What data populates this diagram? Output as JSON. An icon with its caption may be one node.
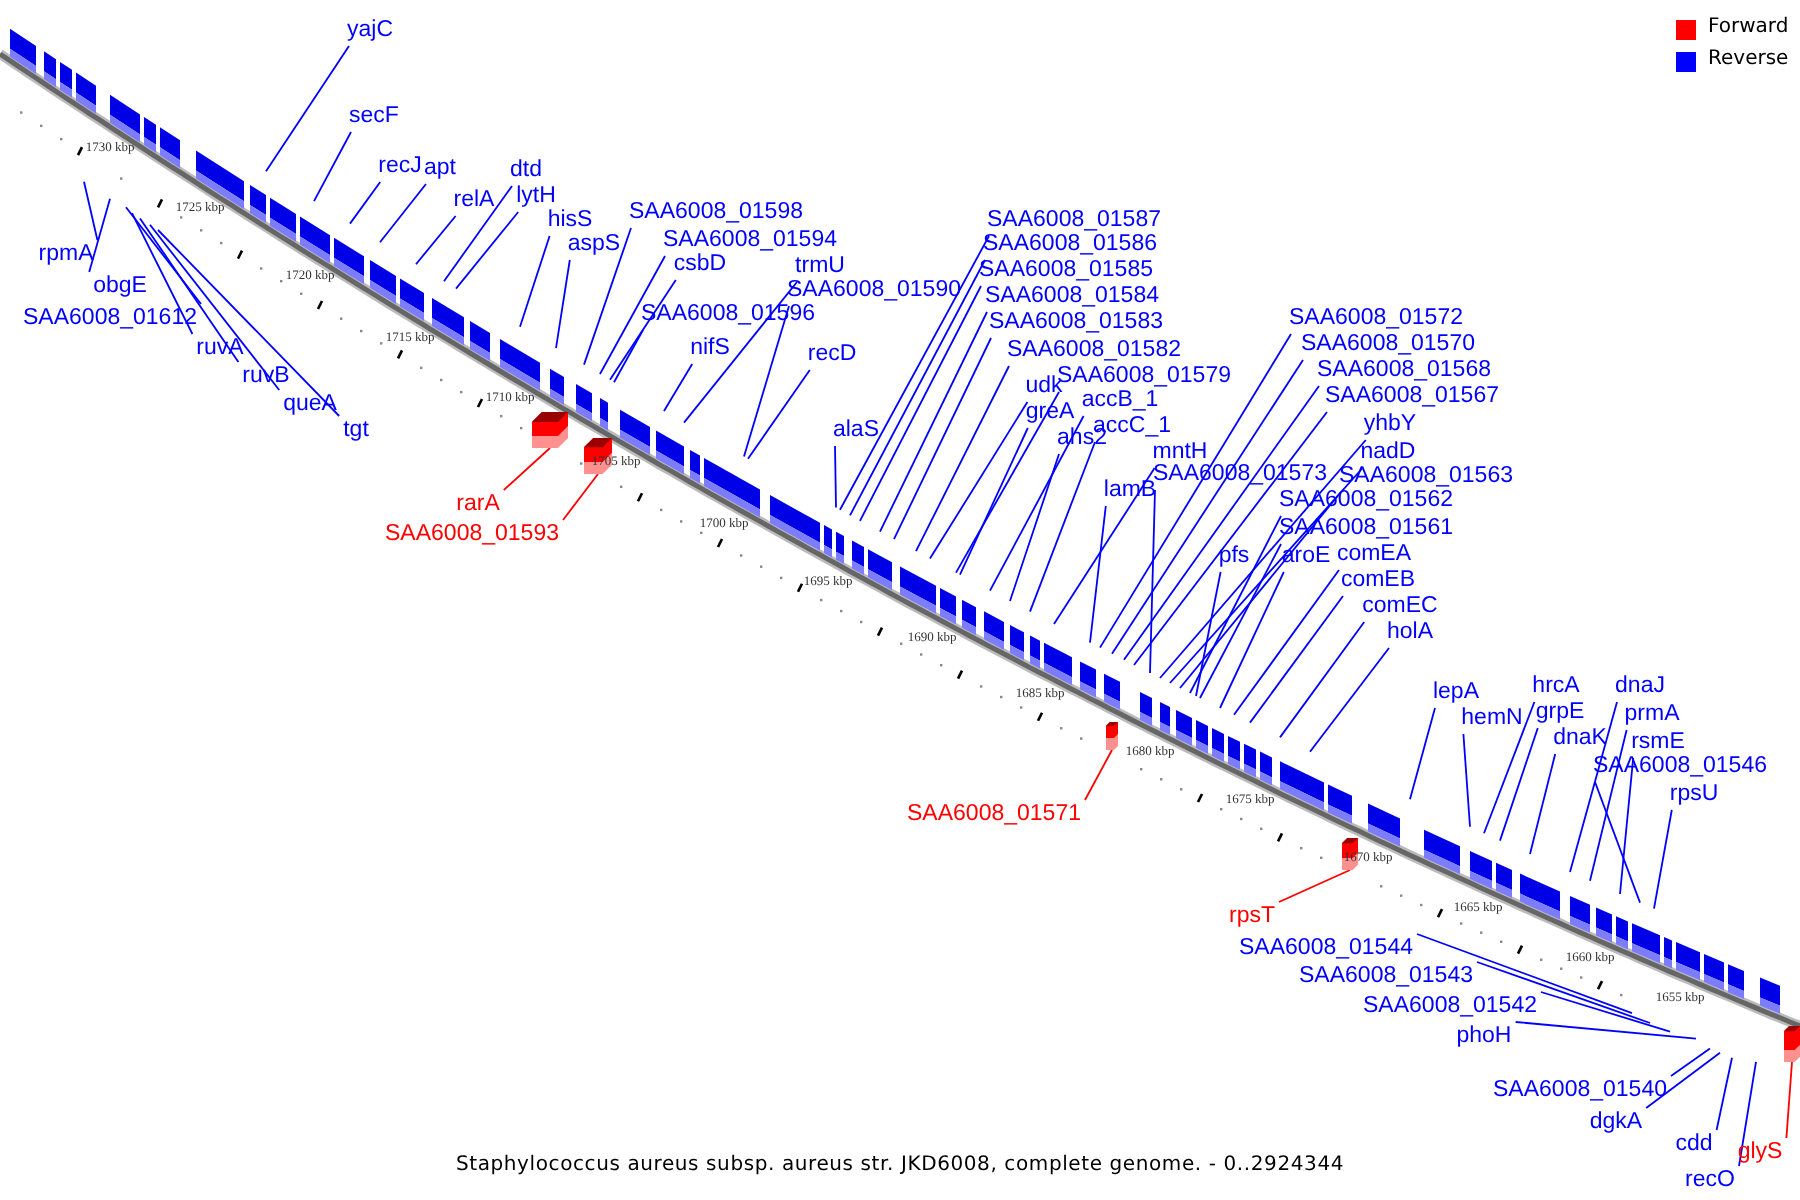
{
  "diagram": {
    "caption": "Staphylococcus aureus subsp. aureus str. JKD6008, complete genome. - 0..2924344",
    "nodes": [
      {
        "text": [
          "rpmA"
        ]
      },
      {
        "text": [
          "obgE"
        ]
      },
      {
        "text": [
          "SAA6008_01612"
        ]
      },
      {
        "text": [
          "ruvA"
        ]
      },
      {
        "text": [
          "ruvB"
        ]
      },
      {
        "text": [
          "queA"
        ]
      },
      {
        "text": [
          "tgt"
        ]
      },
      {
        "text": [
          "yajC"
        ]
      },
      {
        "text": [
          "secF"
        ]
      },
      {
        "text": [
          "recJ"
        ]
      },
      {
        "text": [
          "apt"
        ]
      },
      {
        "text": [
          "relA"
        ]
      },
      {
        "text": [
          "dtd"
        ]
      },
      {
        "text": [
          "lytH"
        ]
      },
      {
        "text": [
          "hisS"
        ]
      },
      {
        "text": [
          "aspS"
        ]
      },
      {
        "text": [
          "rarA"
        ]
      },
      {
        "text": [
          "SAA6008_01593"
        ]
      },
      {
        "text": [
          "SAA6008_01598"
        ]
      },
      {
        "text": [
          "SAA6008_01594"
        ]
      },
      {
        "text": [
          "csbD"
        ]
      },
      {
        "text": [
          "trmU"
        ]
      },
      {
        "text": [
          "SAA6008_01596"
        ]
      },
      {
        "text": [
          "nifS"
        ]
      },
      {
        "text": [
          "SAA6008_01590"
        ]
      },
      {
        "text": [
          "recD"
        ]
      },
      {
        "text": [
          "alaS"
        ]
      },
      {
        "text": [
          "SAA6008_01587"
        ]
      },
      {
        "text": [
          "SAA6008_01586"
        ]
      },
      {
        "text": [
          "SAA6008_01585"
        ]
      },
      {
        "text": [
          "SAA6008_01584"
        ]
      },
      {
        "text": [
          "SAA6008_01583"
        ]
      },
      {
        "text": [
          "SAA6008_01582"
        ]
      },
      {
        "text": [
          "udk"
        ]
      },
      {
        "text": [
          "SAA6008_01579"
        ]
      },
      {
        "text": [
          "greA"
        ]
      },
      {
        "text": [
          "accB_1"
        ]
      },
      {
        "text": [
          "ahs2"
        ]
      },
      {
        "text": [
          "accC_1"
        ]
      },
      {
        "text": [
          "mntH"
        ]
      },
      {
        "text": [
          "lamB"
        ]
      },
      {
        "text": [
          "SAA6008_01571"
        ]
      },
      {
        "text": [
          "SAA6008_01572"
        ]
      },
      {
        "text": [
          "SAA6008_01570"
        ]
      },
      {
        "text": [
          "SAA6008_01568"
        ]
      },
      {
        "text": [
          "SAA6008_01567"
        ]
      },
      {
        "text": [
          "SAA6008_01573"
        ]
      },
      {
        "text": [
          "yhbY"
        ]
      },
      {
        "text": [
          "nadD"
        ]
      },
      {
        "text": [
          "SAA6008_01563"
        ]
      },
      {
        "text": [
          "SAA6008_01562"
        ]
      },
      {
        "text": [
          "SAA6008_01561"
        ]
      },
      {
        "text": [
          "pfs"
        ]
      },
      {
        "text": [
          "aroE"
        ]
      },
      {
        "text": [
          "comEA"
        ]
      },
      {
        "text": [
          "comEB"
        ]
      },
      {
        "text": [
          "comEC"
        ]
      },
      {
        "text": [
          "holA"
        ]
      },
      {
        "text": [
          "lepA"
        ]
      },
      {
        "text": [
          "hemN"
        ]
      },
      {
        "text": [
          "hrcA"
        ]
      },
      {
        "text": [
          "grpE"
        ]
      },
      {
        "text": [
          "dnaK"
        ]
      },
      {
        "text": [
          "dnaJ"
        ]
      },
      {
        "text": [
          "prmA"
        ]
      },
      {
        "text": [
          "rsmE"
        ]
      },
      {
        "text": [
          "SAA6008_01546"
        ]
      },
      {
        "text": [
          "rpsU"
        ]
      },
      {
        "text": [
          "rpsT"
        ]
      },
      {
        "text": [
          "SAA6008_01544"
        ]
      },
      {
        "text": [
          "SAA6008_01543"
        ]
      },
      {
        "text": [
          "SAA6008_01542"
        ]
      },
      {
        "text": [
          "phoH"
        ]
      },
      {
        "text": [
          "SAA6008_01540"
        ]
      },
      {
        "text": [
          "dgkA"
        ]
      },
      {
        "text": [
          "cdd"
        ]
      },
      {
        "text": [
          "recO"
        ]
      },
      {
        "text": [
          "glyS"
        ]
      },
      {
        "text": [],
        "shape": "box"
      },
      {
        "text": [],
        "shape": "box"
      },
      {
        "text": [],
        "shape": "box"
      },
      {
        "text": [],
        "shape": "box"
      },
      {
        "text": [],
        "shape": "box"
      }
    ],
    "edges": [
      {
        "from": 0,
        "to": null,
        "arrow": "none"
      },
      {
        "from": 1,
        "to": null,
        "arrow": "none"
      },
      {
        "from": 2,
        "to": null,
        "arrow": "none"
      },
      {
        "from": 3,
        "to": null,
        "arrow": "none"
      },
      {
        "from": 4,
        "to": null,
        "arrow": "none"
      },
      {
        "from": 5,
        "to": null,
        "arrow": "none"
      },
      {
        "from": 6,
        "to": null,
        "arrow": "none"
      },
      {
        "from": 7,
        "to": null,
        "arrow": "none"
      },
      {
        "from": 8,
        "to": null,
        "arrow": "none"
      },
      {
        "from": 9,
        "to": null,
        "arrow": "none"
      },
      {
        "from": 10,
        "to": null,
        "arrow": "none"
      },
      {
        "from": 11,
        "to": null,
        "arrow": "none"
      },
      {
        "from": 12,
        "to": null,
        "arrow": "none"
      },
      {
        "from": 13,
        "to": null,
        "arrow": "none"
      },
      {
        "from": 14,
        "to": null,
        "arrow": "none"
      },
      {
        "from": 15,
        "to": null,
        "arrow": "none"
      },
      {
        "from": 16,
        "to": 78,
        "arrow": "none",
        "color": "#ff0000"
      },
      {
        "from": 17,
        "to": 79,
        "arrow": "none",
        "color": "#ff0000"
      },
      {
        "from": 18,
        "to": null,
        "arrow": "none"
      },
      {
        "from": 19,
        "to": null,
        "arrow": "none"
      },
      {
        "from": 20,
        "to": null,
        "arrow": "none"
      },
      {
        "from": 21,
        "to": null,
        "arrow": "none"
      },
      {
        "from": 22,
        "to": null,
        "arrow": "none"
      },
      {
        "from": 23,
        "to": null,
        "arrow": "none"
      },
      {
        "from": 24,
        "to": null,
        "arrow": "none"
      },
      {
        "from": 25,
        "to": null,
        "arrow": "none"
      },
      {
        "from": 26,
        "to": null,
        "arrow": "none"
      },
      {
        "from": 27,
        "to": null,
        "arrow": "none"
      },
      {
        "from": 28,
        "to": null,
        "arrow": "none"
      },
      {
        "from": 29,
        "to": null,
        "arrow": "none"
      },
      {
        "from": 30,
        "to": null,
        "arrow": "none"
      },
      {
        "from": 31,
        "to": null,
        "arrow": "none"
      },
      {
        "from": 32,
        "to": null,
        "arrow": "none"
      },
      {
        "from": 33,
        "to": null,
        "arrow": "none"
      },
      {
        "from": 34,
        "to": null,
        "arrow": "none"
      },
      {
        "from": 35,
        "to": null,
        "arrow": "none"
      },
      {
        "from": 36,
        "to": null,
        "arrow": "none"
      },
      {
        "from": 37,
        "to": null,
        "arrow": "none"
      },
      {
        "from": 38,
        "to": null,
        "arrow": "none"
      },
      {
        "from": 39,
        "to": null,
        "arrow": "none"
      },
      {
        "from": 40,
        "to": null,
        "arrow": "none"
      },
      {
        "from": 41,
        "to": 80,
        "arrow": "none",
        "color": "#ff0000"
      },
      {
        "from": 42,
        "to": null,
        "arrow": "none"
      },
      {
        "from": 43,
        "to": null,
        "arrow": "none"
      },
      {
        "from": 44,
        "to": null,
        "arrow": "none"
      },
      {
        "from": 45,
        "to": null,
        "arrow": "none"
      },
      {
        "from": 46,
        "to": null,
        "arrow": "none"
      },
      {
        "from": 47,
        "to": null,
        "arrow": "none"
      },
      {
        "from": 48,
        "to": null,
        "arrow": "none"
      },
      {
        "from": 49,
        "to": null,
        "arrow": "none"
      },
      {
        "from": 50,
        "to": null,
        "arrow": "none"
      },
      {
        "from": 51,
        "to": null,
        "arrow": "none"
      },
      {
        "from": 52,
        "to": null,
        "arrow": "none"
      },
      {
        "from": 53,
        "to": null,
        "arrow": "none"
      },
      {
        "from": 54,
        "to": null,
        "arrow": "none"
      },
      {
        "from": 55,
        "to": null,
        "arrow": "none"
      },
      {
        "from": 56,
        "to": null,
        "arrow": "none"
      },
      {
        "from": 57,
        "to": null,
        "arrow": "none"
      },
      {
        "from": 58,
        "to": null,
        "arrow": "none"
      },
      {
        "from": 59,
        "to": null,
        "arrow": "none"
      },
      {
        "from": 60,
        "to": null,
        "arrow": "none"
      },
      {
        "from": 61,
        "to": null,
        "arrow": "none"
      },
      {
        "from": 62,
        "to": null,
        "arrow": "none"
      },
      {
        "from": 63,
        "to": null,
        "arrow": "none"
      },
      {
        "from": 64,
        "to": null,
        "arrow": "none"
      },
      {
        "from": 65,
        "to": null,
        "arrow": "none"
      },
      {
        "from": 66,
        "to": null,
        "arrow": "none"
      },
      {
        "from": 67,
        "to": null,
        "arrow": "none"
      },
      {
        "from": 68,
        "to": 81,
        "arrow": "none",
        "color": "#ff0000"
      },
      {
        "from": 69,
        "to": null,
        "arrow": "none"
      },
      {
        "from": 70,
        "to": null,
        "arrow": "none"
      },
      {
        "from": 71,
        "to": null,
        "arrow": "none"
      },
      {
        "from": 72,
        "to": null,
        "arrow": "none"
      },
      {
        "from": 73,
        "to": null,
        "arrow": "none"
      },
      {
        "from": 74,
        "to": null,
        "arrow": "none"
      },
      {
        "from": 75,
        "to": null,
        "arrow": "none"
      },
      {
        "from": 76,
        "to": null,
        "arrow": "none"
      },
      {
        "from": 77,
        "to": 82,
        "arrow": "none",
        "color": "#ff0000"
      }
    ],
    "labels": [
      "1730 kbp",
      "1725 kbp",
      "1720 kbp",
      "1715 kbp",
      "1710 kbp",
      "1705 kbp",
      "1700 kbp",
      "1695 kbp",
      "1690 kbp",
      "1685 kbp",
      "1680 kbp",
      "1675 kbp",
      "1670 kbp",
      "1665 kbp",
      "1660 kbp",
      "1655 kbp"
    ],
    "legend": [
      {
        "text": "Forward",
        "color": "#ff0000"
      },
      {
        "text": "Reverse",
        "color": "#0000ff"
      }
    ]
  }
}
